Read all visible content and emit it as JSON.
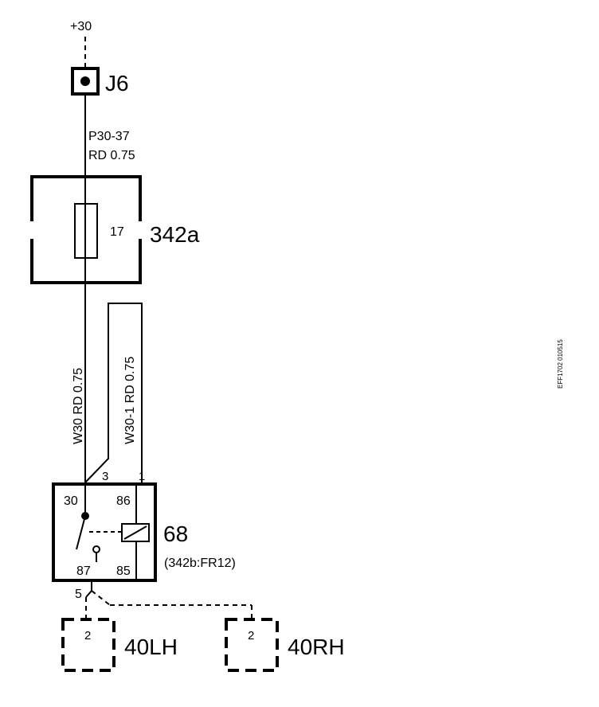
{
  "supply": {
    "label": "+30"
  },
  "connector": {
    "id": "J6"
  },
  "wire_top": {
    "code": "P30-37",
    "color_size": "RD   0.75"
  },
  "fuse_box": {
    "id": "342a",
    "fuse_number": "17"
  },
  "wire_left": {
    "label": "W30   RD   0.75"
  },
  "wire_right": {
    "label": "W30-1   RD   0.75"
  },
  "relay": {
    "id": "68",
    "location": "(342b:FR12)",
    "pins": {
      "p30": "30",
      "p86": "86",
      "p87": "87",
      "p85": "85"
    },
    "pin_in_left": "3",
    "pin_in_right": "1",
    "pin_out": "5"
  },
  "lamps": {
    "left": {
      "id": "40LH",
      "pin": "2"
    },
    "right": {
      "id": "40RH",
      "pin": "2"
    }
  },
  "figure_code": "EFF1702 010515"
}
